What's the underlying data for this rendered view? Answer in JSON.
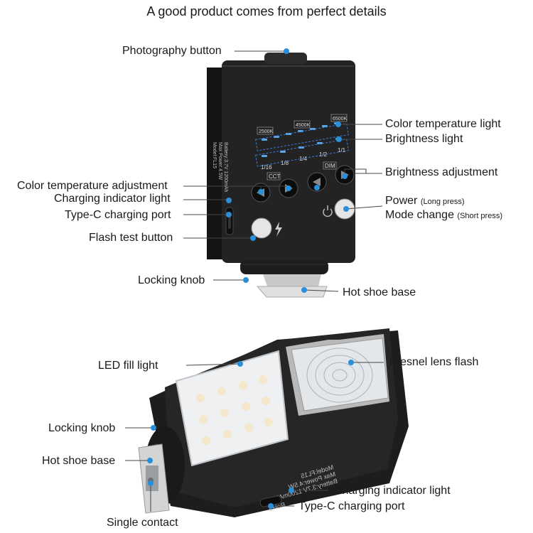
{
  "title": "A good product comes from perfect details",
  "top_device": {
    "photography_button": "Photography button",
    "color_temp_light": "Color temperature light",
    "brightness_light": "Brightness light",
    "color_temp_adjustment": "Color temperature adjustment",
    "brightness_adjustment": "Brightness adjustment",
    "charging_indicator": "Charging indicator light",
    "power": "Power",
    "power_note": "(Long press)",
    "mode_change": "Mode change",
    "mode_note": "(Short press)",
    "type_c_port": "Type-C charging port",
    "flash_test": "Flash test button",
    "locking_knob": "Locking knob",
    "hot_shoe_base": "Hot shoe base",
    "panel": {
      "k2500": "2500K",
      "k4500": "4500K",
      "k6500": "6500K",
      "f16": "1/16",
      "f8": "1/8",
      "f4": "1/4",
      "f2": "1/2",
      "f1": "1/1",
      "cct": "CCT",
      "dim": "DIM"
    },
    "side_text": [
      "Model:FL15",
      "Max Power:4.5W",
      "Battery:3.7V 1200mAh"
    ]
  },
  "bottom_device": {
    "led_fill_light": "LED fill light",
    "fresnel_flash": "Fresnel lens flash",
    "locking_knob": "Locking knob",
    "hot_shoe_base": "Hot shoe base",
    "charging_indicator": "Charging indicator light",
    "type_c_port": "Type-C charging port",
    "single_contact": "Single contact",
    "print": [
      "Model:FL15",
      "Max Power:4.5W",
      "Battery:3.7V 1200mAh",
      "RoHS"
    ]
  },
  "colors": {
    "dot": "#2a8fd8",
    "body": "#1c1c1c",
    "led": "#5aa8e6"
  }
}
